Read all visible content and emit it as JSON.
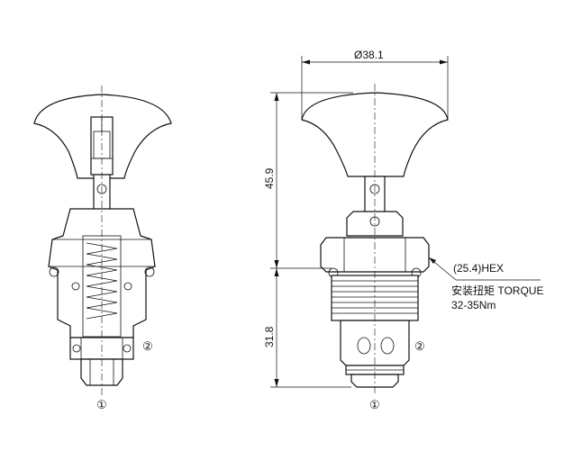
{
  "dimensions": {
    "diameter": "Ø38.1",
    "height_upper": "45.9",
    "height_lower": "31.8"
  },
  "callout": {
    "hex": "(25.4)HEX",
    "torque_label": "安装扭矩 TORQUE",
    "torque_value": "32-35Nm"
  },
  "ports": {
    "port1": "①",
    "port2": "②"
  }
}
